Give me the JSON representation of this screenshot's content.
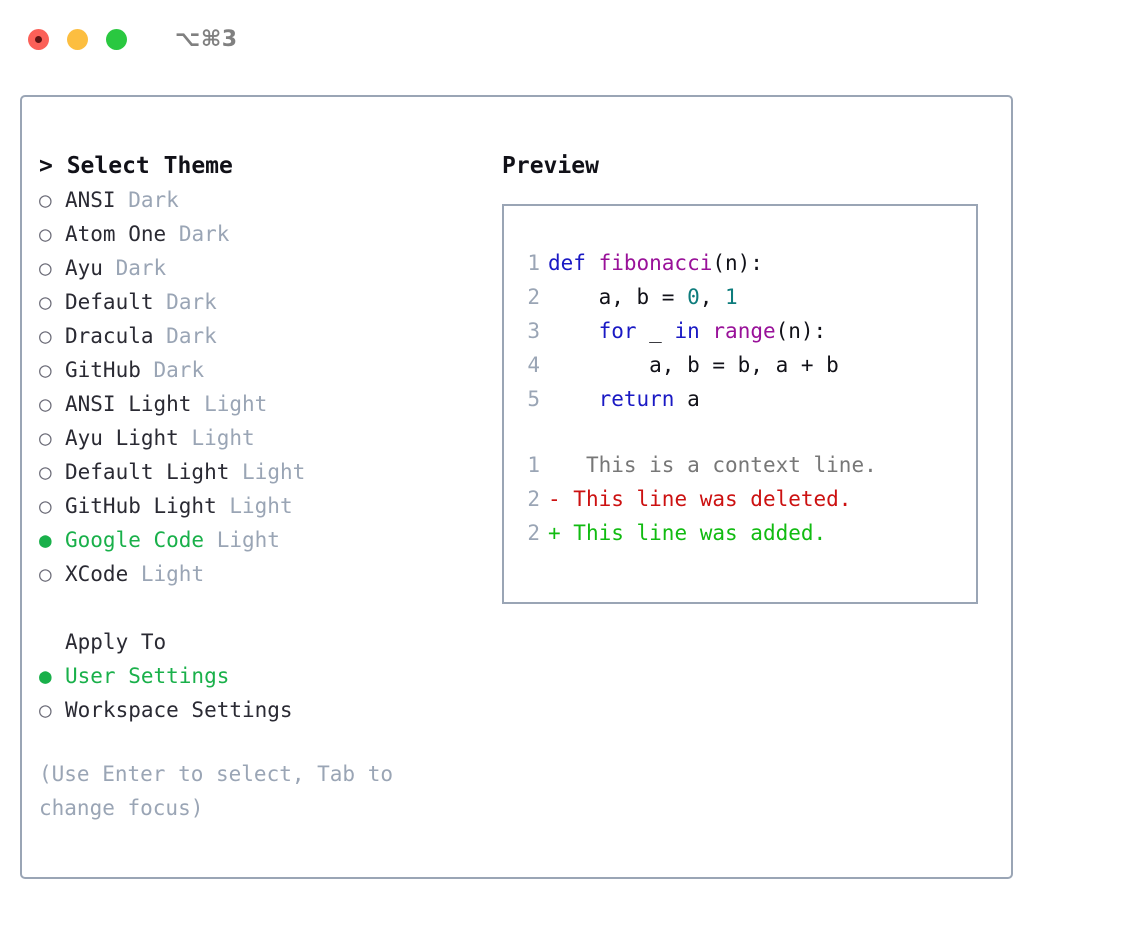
{
  "window": {
    "title": "⌥⌘3",
    "controls": [
      {
        "name": "close",
        "color": "#fb6058"
      },
      {
        "name": "minimize",
        "color": "#fcbe40"
      },
      {
        "name": "maximize",
        "color": "#2ac840"
      }
    ]
  },
  "theme_picker": {
    "heading": "> Select Theme",
    "markers": {
      "selected": "●",
      "unselected": "○"
    },
    "items": [
      {
        "marker": "○",
        "name": "ANSI",
        "tag": "Dark",
        "selected": false
      },
      {
        "marker": "○",
        "name": "Atom One",
        "tag": "Dark",
        "selected": false
      },
      {
        "marker": "○",
        "name": "Ayu",
        "tag": "Dark",
        "selected": false
      },
      {
        "marker": "○",
        "name": "Default",
        "tag": "Dark",
        "selected": false
      },
      {
        "marker": "○",
        "name": "Dracula",
        "tag": "Dark",
        "selected": false
      },
      {
        "marker": "○",
        "name": "GitHub",
        "tag": "Dark",
        "selected": false
      },
      {
        "marker": "○",
        "name": "ANSI Light",
        "tag": "Light",
        "selected": false
      },
      {
        "marker": "○",
        "name": "Ayu Light",
        "tag": "Light",
        "selected": false
      },
      {
        "marker": "○",
        "name": "Default Light",
        "tag": "Light",
        "selected": false
      },
      {
        "marker": "○",
        "name": "GitHub Light",
        "tag": "Light",
        "selected": false
      },
      {
        "marker": "●",
        "name": "Google Code",
        "tag": "Light",
        "selected": true
      },
      {
        "marker": "○",
        "name": "XCode",
        "tag": "Light",
        "selected": false
      }
    ]
  },
  "apply_to": {
    "heading": "Apply To",
    "items": [
      {
        "marker": "●",
        "name": "User Settings",
        "selected": true
      },
      {
        "marker": "○",
        "name": "Workspace Settings",
        "selected": false
      }
    ]
  },
  "hint": "(Use Enter to select, Tab to change focus)",
  "preview": {
    "title": "Preview",
    "code": [
      {
        "ln": "1",
        "tokens": [
          {
            "t": "def ",
            "c": "kw"
          },
          {
            "t": "fibonacci",
            "c": "fn"
          },
          {
            "t": "(n):",
            "c": "pl"
          }
        ]
      },
      {
        "ln": "2",
        "tokens": [
          {
            "t": "    a, b = ",
            "c": "pl"
          },
          {
            "t": "0",
            "c": "num"
          },
          {
            "t": ", ",
            "c": "pl"
          },
          {
            "t": "1",
            "c": "num"
          }
        ]
      },
      {
        "ln": "3",
        "tokens": [
          {
            "t": "    ",
            "c": "pl"
          },
          {
            "t": "for",
            "c": "kw"
          },
          {
            "t": " _ ",
            "c": "pl"
          },
          {
            "t": "in",
            "c": "kw"
          },
          {
            "t": " ",
            "c": "pl"
          },
          {
            "t": "range",
            "c": "fn"
          },
          {
            "t": "(n):",
            "c": "pl"
          }
        ]
      },
      {
        "ln": "4",
        "tokens": [
          {
            "t": "        a, b = b, a + b",
            "c": "pl"
          }
        ]
      },
      {
        "ln": "5",
        "tokens": [
          {
            "t": "    ",
            "c": "pl"
          },
          {
            "t": "return",
            "c": "kw"
          },
          {
            "t": " a",
            "c": "pl"
          }
        ]
      }
    ],
    "diff": [
      {
        "ln": "1",
        "sign": " ",
        "text": "  This is a context line.",
        "kind": "ctx"
      },
      {
        "ln": "2",
        "sign": "-",
        "text": " This line was deleted.",
        "kind": "del"
      },
      {
        "ln": "2",
        "sign": "+",
        "text": " This line was added.",
        "kind": "add"
      }
    ]
  },
  "colors": {
    "accent_green": "#19b04a",
    "muted": "#9aa5b5",
    "keyword": "#1a19c4",
    "function": "#991199",
    "number": "#0d7c7c",
    "diff_add": "#11bb11",
    "diff_del": "#cc1111"
  }
}
